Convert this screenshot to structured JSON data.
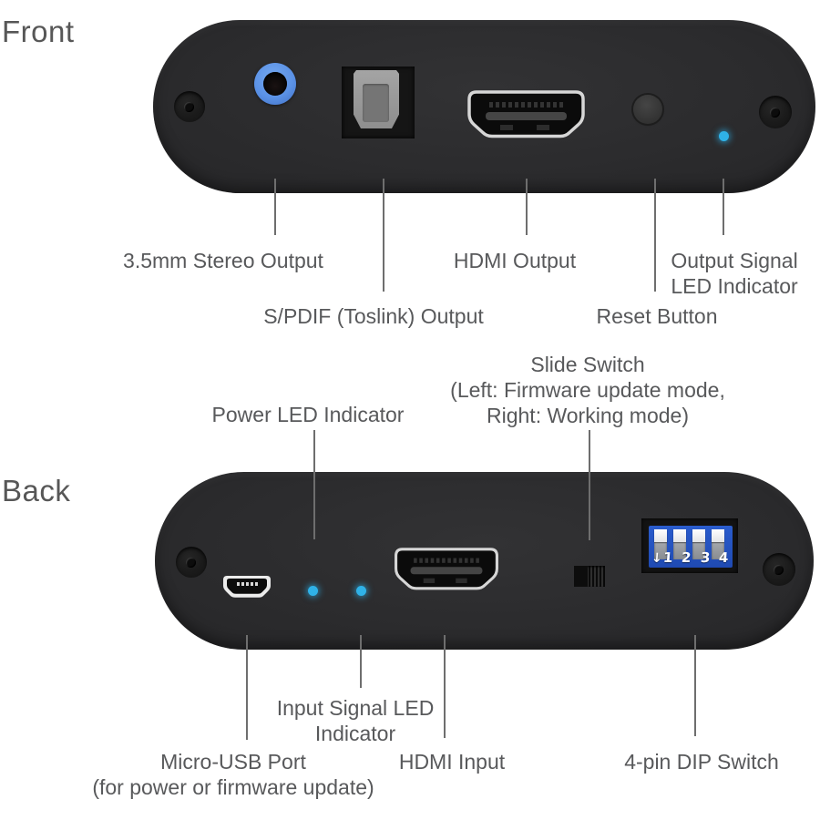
{
  "titles": {
    "front": "Front",
    "back": "Back"
  },
  "front_labels": {
    "stereo_output": "3.5mm Stereo Output",
    "spdif_output": "S/PDIF (Toslink) Output",
    "hdmi_output": "HDMI Output",
    "output_signal_led_line1": "Output Signal",
    "output_signal_led_line2": "LED Indicator",
    "reset_button": "Reset Button"
  },
  "back_labels": {
    "power_led": "Power LED Indicator",
    "slide_switch_line1": "Slide Switch",
    "slide_switch_line2": "(Left: Firmware update mode,",
    "slide_switch_line3": "Right: Working mode)",
    "input_signal_led_line1": "Input Signal LED",
    "input_signal_led_line2": "Indicator",
    "micro_usb_line1": "Micro-USB Port",
    "micro_usb_line2": "(for power or firmware update)",
    "hdmi_input": "HDMI Input",
    "dip_switch": "4-pin DIP Switch"
  },
  "dip_switch": {
    "arrow": "↓",
    "pins": [
      "1",
      "2",
      "3",
      "4"
    ]
  },
  "colors": {
    "led_blue": "#2fb2e8",
    "jack_blue": "#5b92e6",
    "dip_blue": "#2a5ccd",
    "label_grey": "#58595b"
  }
}
